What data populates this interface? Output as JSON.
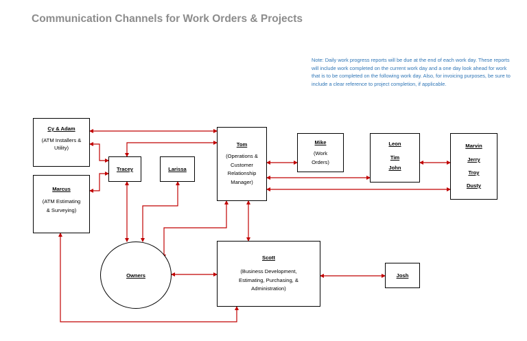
{
  "title": "Communication Channels for Work Orders & Projects",
  "note": "Note:  Daily work progress reports will be due at the end of each work day. These reports will include work completed on the current work day and a one day look ahead for work that is to be completed on the following work day. Also, for invoicing purposes, be sure to include a clear reference to project completion, if applicable.",
  "colors": {
    "arrow": "#c00000",
    "note": "#2e75b6",
    "title": "#8c8c8c"
  },
  "nodes": {
    "cy_adam": {
      "name": "Cy & Adam",
      "desc": "(ATM Installers & Utility)"
    },
    "marcus": {
      "name": "Marcus",
      "desc": "(ATM Estimating & Surveying)"
    },
    "tracey": {
      "name": "Tracey"
    },
    "larissa": {
      "name": "Larissa"
    },
    "tom": {
      "name": "Tom",
      "desc": "(Operations & Customer Relationship Manager)"
    },
    "mike": {
      "name": "Mike",
      "desc": "(Work Orders)"
    },
    "leon_group": {
      "names": [
        "Leon",
        "Tim",
        "John"
      ]
    },
    "marvin_group": {
      "names": [
        "Marvin",
        "Jerry",
        "Troy",
        "Dusty"
      ]
    },
    "owners": {
      "name": "Owners"
    },
    "scott": {
      "name": "Scott",
      "desc": "(Business Development, Estimating, Purchasing, & Administration)"
    },
    "josh": {
      "name": "Josh"
    }
  }
}
